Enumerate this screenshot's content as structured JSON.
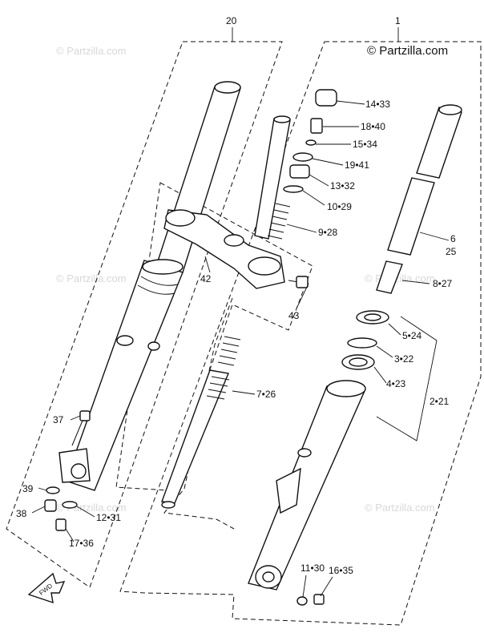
{
  "copyright": "© Partzilla.com",
  "watermark": "© Partzilla.com",
  "fwd_label": "FWD",
  "labels": {
    "l20": "20",
    "l1": "1",
    "l14_33": "14•33",
    "l18_40": "18•40",
    "l15_34": "15•34",
    "l19_41": "19•41",
    "l13_32": "13•32",
    "l10_29": "10•29",
    "l9_28": "9•28",
    "l6": "6",
    "l25": "25",
    "l8_27": "8•27",
    "l42": "42",
    "l43": "43",
    "l5_24": "5•24",
    "l3_22": "3•22",
    "l4_23": "4•23",
    "l2_21": "2•21",
    "l7_26": "7•26",
    "l37": "37",
    "l39": "39",
    "l38": "38",
    "l12_31": "12•31",
    "l17_36": "17•36",
    "l11_30": "11•30",
    "l16_35": "16•35"
  }
}
